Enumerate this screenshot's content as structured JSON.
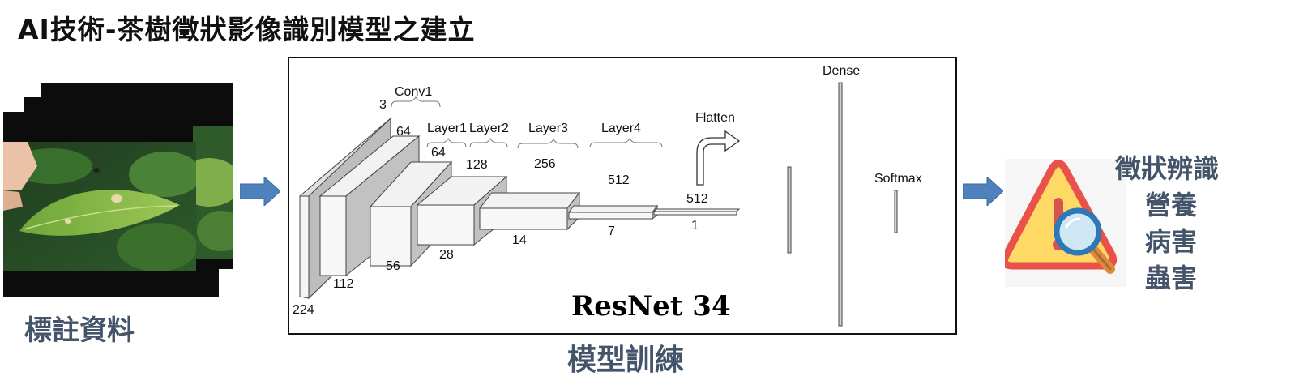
{
  "page": {
    "title": "AI技術-茶樹徵狀影像識別模型之建立"
  },
  "input": {
    "label": "標註資料"
  },
  "model": {
    "name": "ResNet 34",
    "label": "模型訓練",
    "groups": {
      "conv1": "Conv1",
      "layer1": "Layer1",
      "layer2": "Layer2",
      "layer3": "Layer3",
      "layer4": "Layer4",
      "flatten": "Flatten",
      "dense": "Dense",
      "softmax": "Softmax"
    },
    "numbers": {
      "channels_in": "3",
      "c64_a": "64",
      "c64_b": "64",
      "c128": "128",
      "c256": "256",
      "c512_a": "512",
      "c512_b": "512",
      "s224": "224",
      "s112": "112",
      "s56": "56",
      "s28": "28",
      "s14": "14",
      "s7": "7",
      "s1": "1"
    }
  },
  "output": {
    "title": "徵狀辨識",
    "items": [
      "營養",
      "病害",
      "蟲害"
    ]
  },
  "colors": {
    "arrow": "#4f81bd",
    "label": "#44546a",
    "warning_fill": "#ffd966",
    "warning_stroke": "#e8524a"
  }
}
